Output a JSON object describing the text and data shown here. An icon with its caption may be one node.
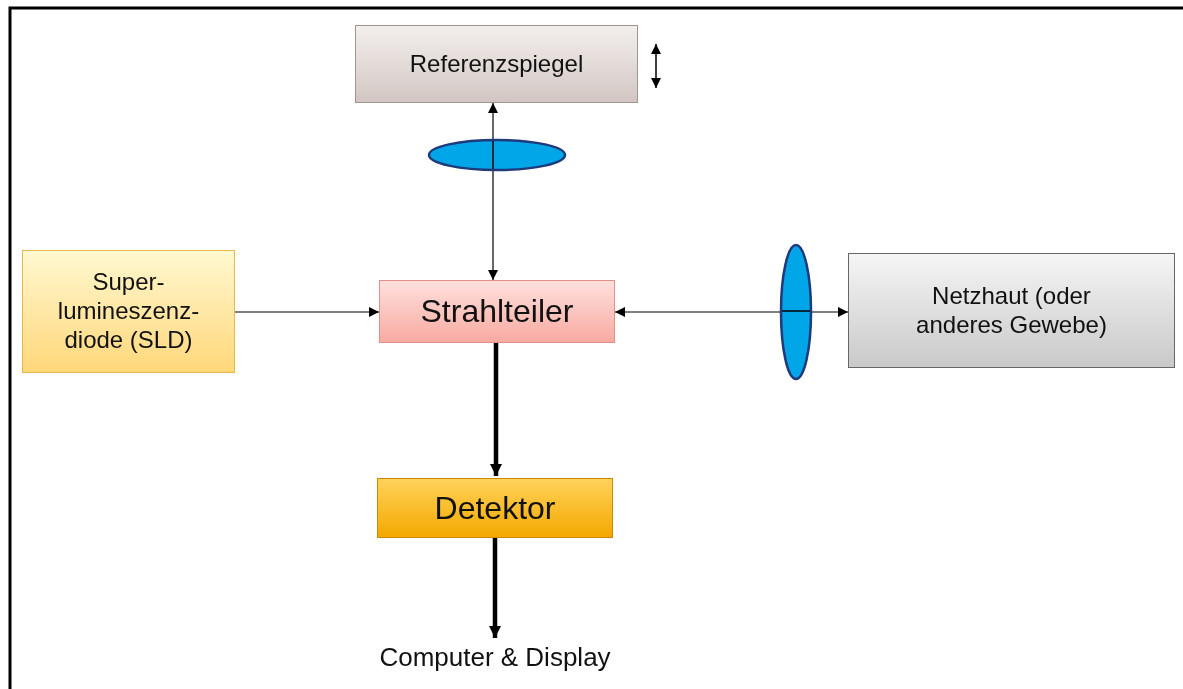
{
  "diagram": {
    "nodes": [
      {
        "text": [
          "Referenzspiegel"
        ]
      },
      {
        "text": [
          "Super- lumineszenz- diode (SLD)"
        ]
      },
      {
        "text": [
          "Strahlteiler"
        ]
      },
      {
        "text": [
          "Netzhaut (oder anderes Gewebe)"
        ]
      },
      {
        "text": [
          "Detektor"
        ]
      },
      {
        "text": [
          "Computer & Display"
        ]
      }
    ],
    "edges": [
      {
        "from": 2,
        "to": 0,
        "arrow": "both"
      },
      {
        "from": 1,
        "to": 2,
        "arrow": "to"
      },
      {
        "from": 2,
        "to": 3,
        "arrow": "both"
      },
      {
        "from": 2,
        "to": 4,
        "arrow": "to",
        "style": "thick"
      },
      {
        "from": 4,
        "to": 5,
        "arrow": "to",
        "style": "thick"
      }
    ]
  }
}
